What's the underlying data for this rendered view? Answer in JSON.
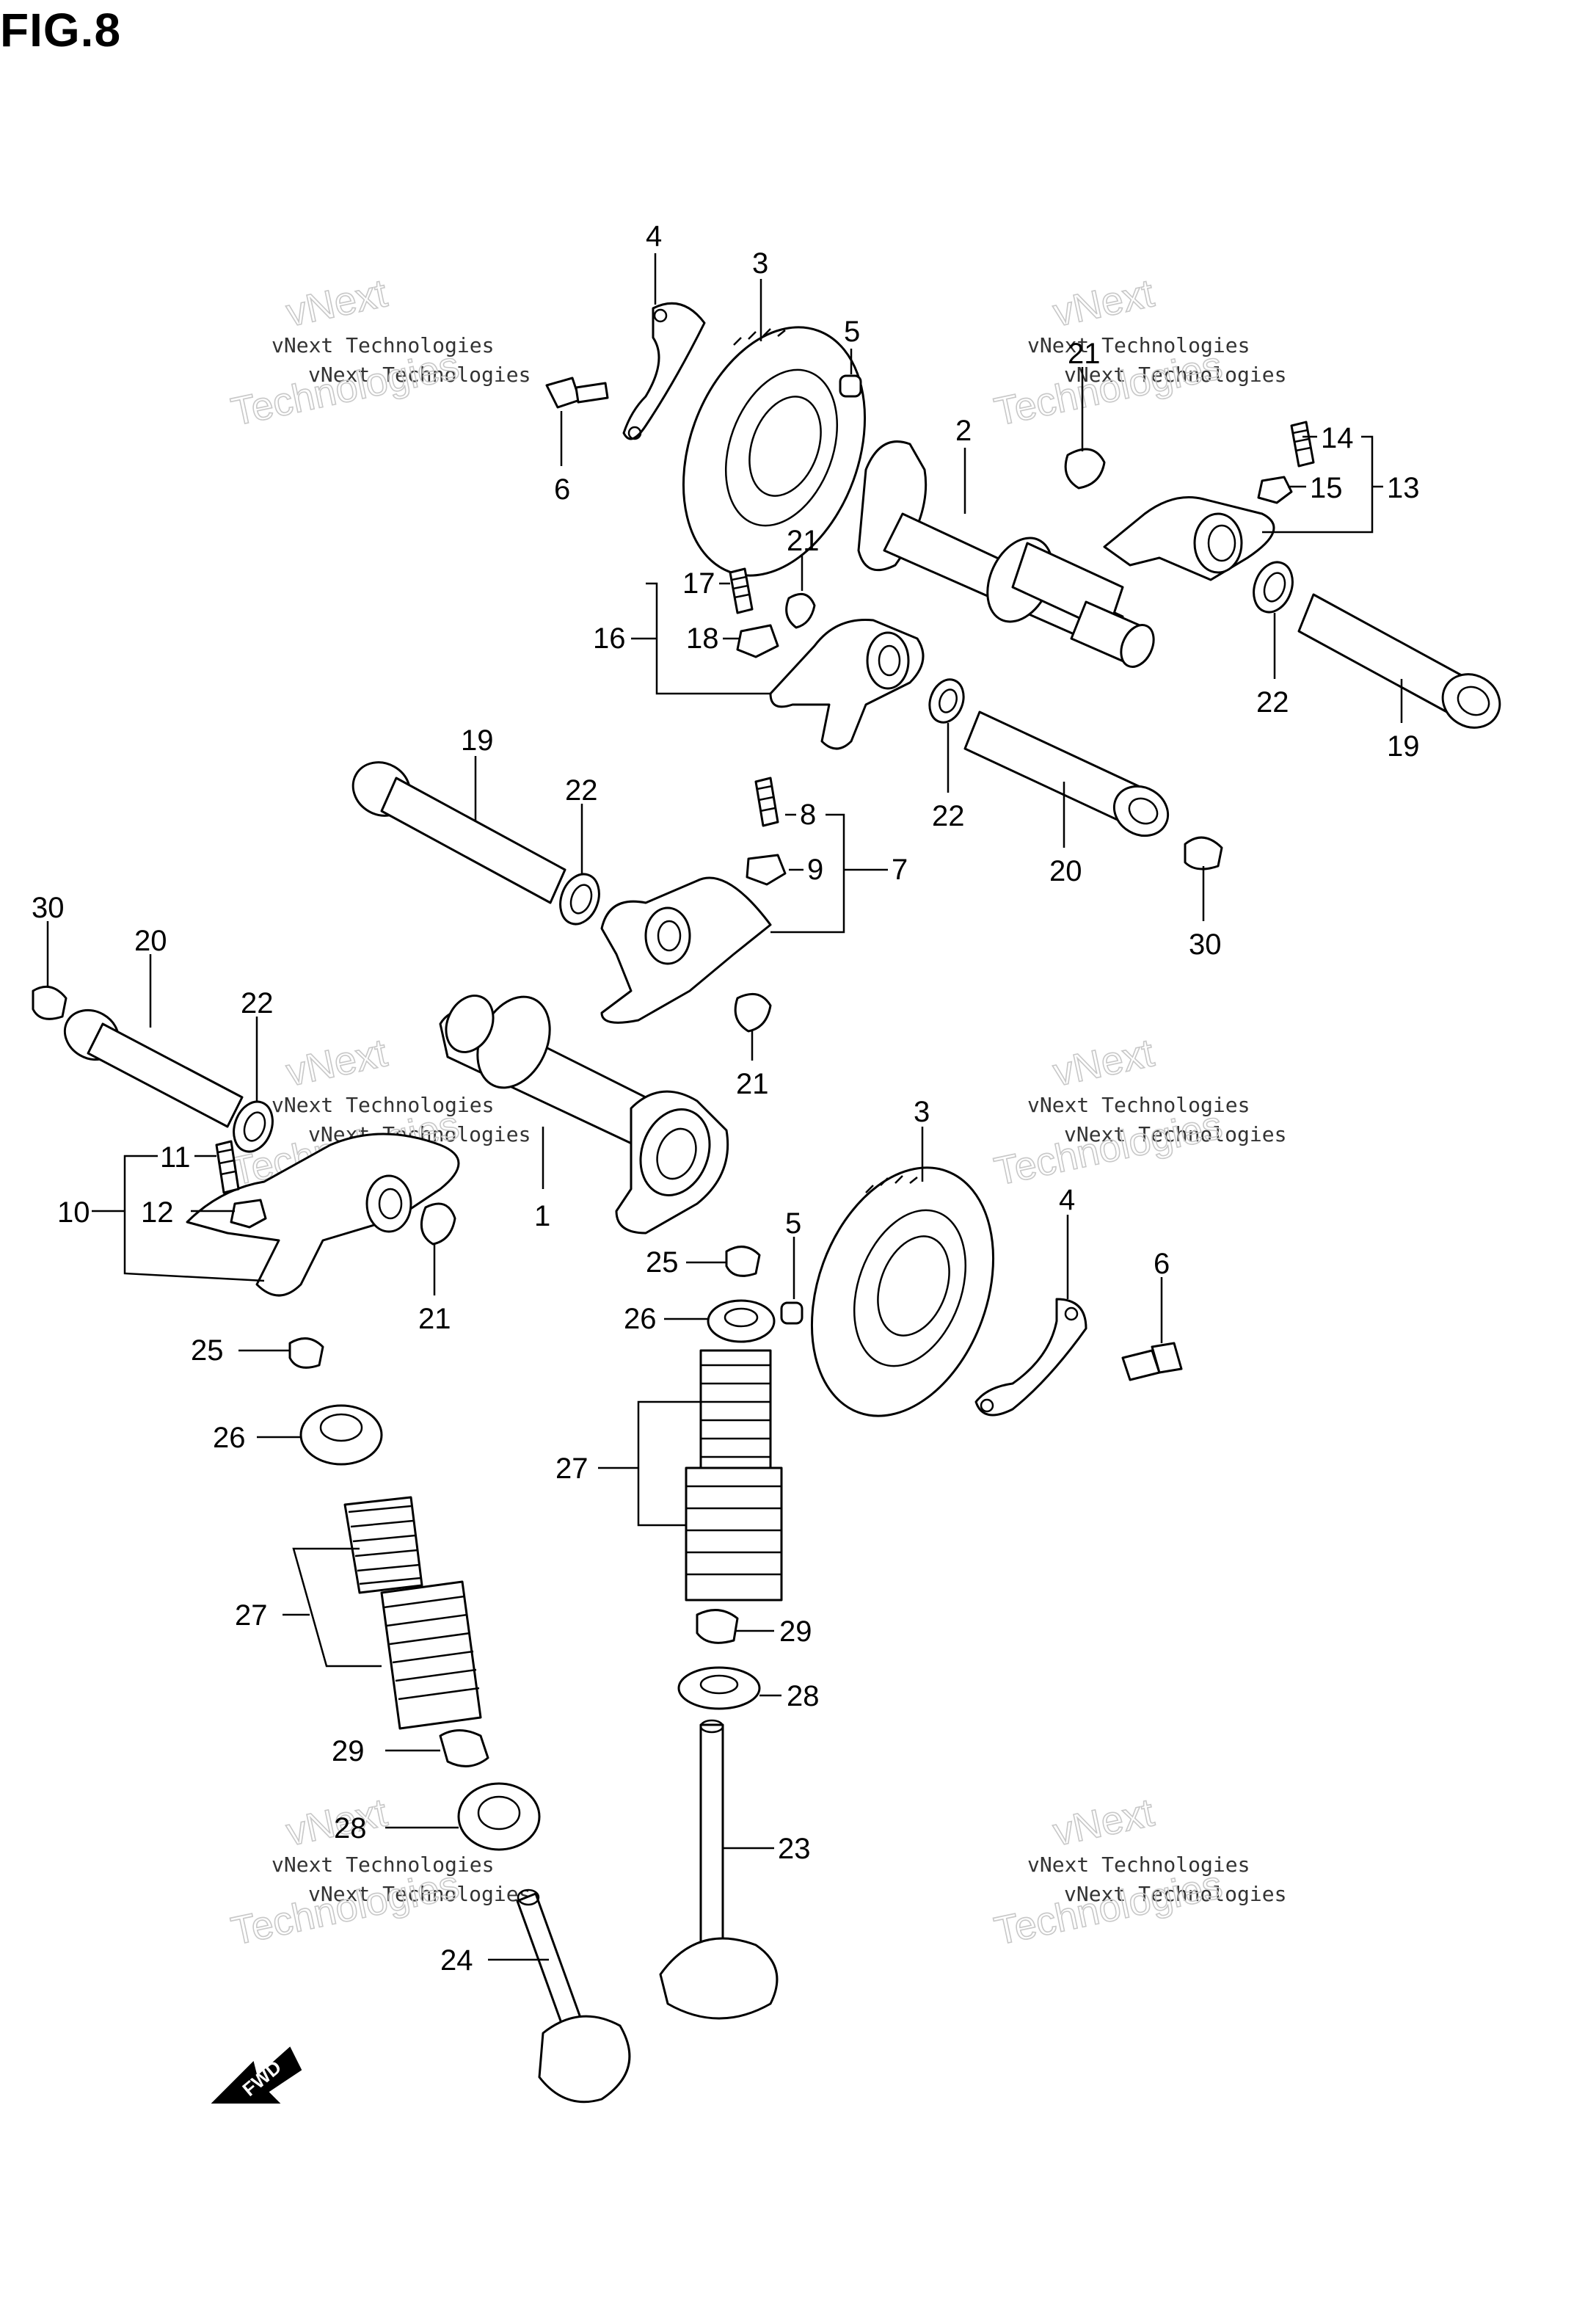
{
  "figure_title": "FIG.8",
  "watermark": {
    "small_text": "vNext Technologies",
    "big_line1": "vNext",
    "big_line2": "Technologies"
  },
  "fwd_label": "FWD",
  "callouts": {
    "c1": "1",
    "c2": "2",
    "c3a": "3",
    "c3b": "3",
    "c4a": "4",
    "c4b": "4",
    "c5a": "5",
    "c5b": "5",
    "c6a": "6",
    "c6b": "6",
    "c7": "7",
    "c8": "8",
    "c9": "9",
    "c10": "10",
    "c11": "11",
    "c12": "12",
    "c13": "13",
    "c14": "14",
    "c15": "15",
    "c16": "16",
    "c17": "17",
    "c18": "18",
    "c19a": "19",
    "c19b": "19",
    "c20a": "20",
    "c20b": "20",
    "c21a": "21",
    "c21b": "21",
    "c21c": "21",
    "c21d": "21",
    "c22a": "22",
    "c22b": "22",
    "c22c": "22",
    "c22d": "22",
    "c23": "23",
    "c24": "24",
    "c25a": "25",
    "c25b": "25",
    "c26a": "26",
    "c26b": "26",
    "c27a": "27",
    "c27b": "27",
    "c28a": "28",
    "c28b": "28",
    "c29a": "29",
    "c29b": "29",
    "c30a": "30",
    "c30b": "30"
  }
}
